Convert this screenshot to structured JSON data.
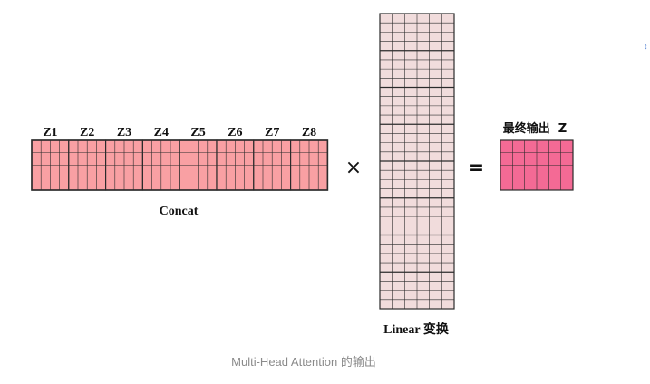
{
  "diagram": {
    "heads": [
      "Z1",
      "Z2",
      "Z3",
      "Z4",
      "Z5",
      "Z6",
      "Z7",
      "Z8"
    ],
    "concat_label": "Concat",
    "multiply_symbol": "×",
    "equals_symbol": "=",
    "linear_label": "Linear 变换",
    "output_label": "最终输出  Z",
    "colors": {
      "head_fill": "#f9a0a3",
      "linear_fill": "#f1dcdc",
      "output_fill": "#f46a95",
      "line": "#2b2b2b"
    }
  },
  "caption": "Multi-Head Attention 的输出",
  "side_mark": "↕"
}
